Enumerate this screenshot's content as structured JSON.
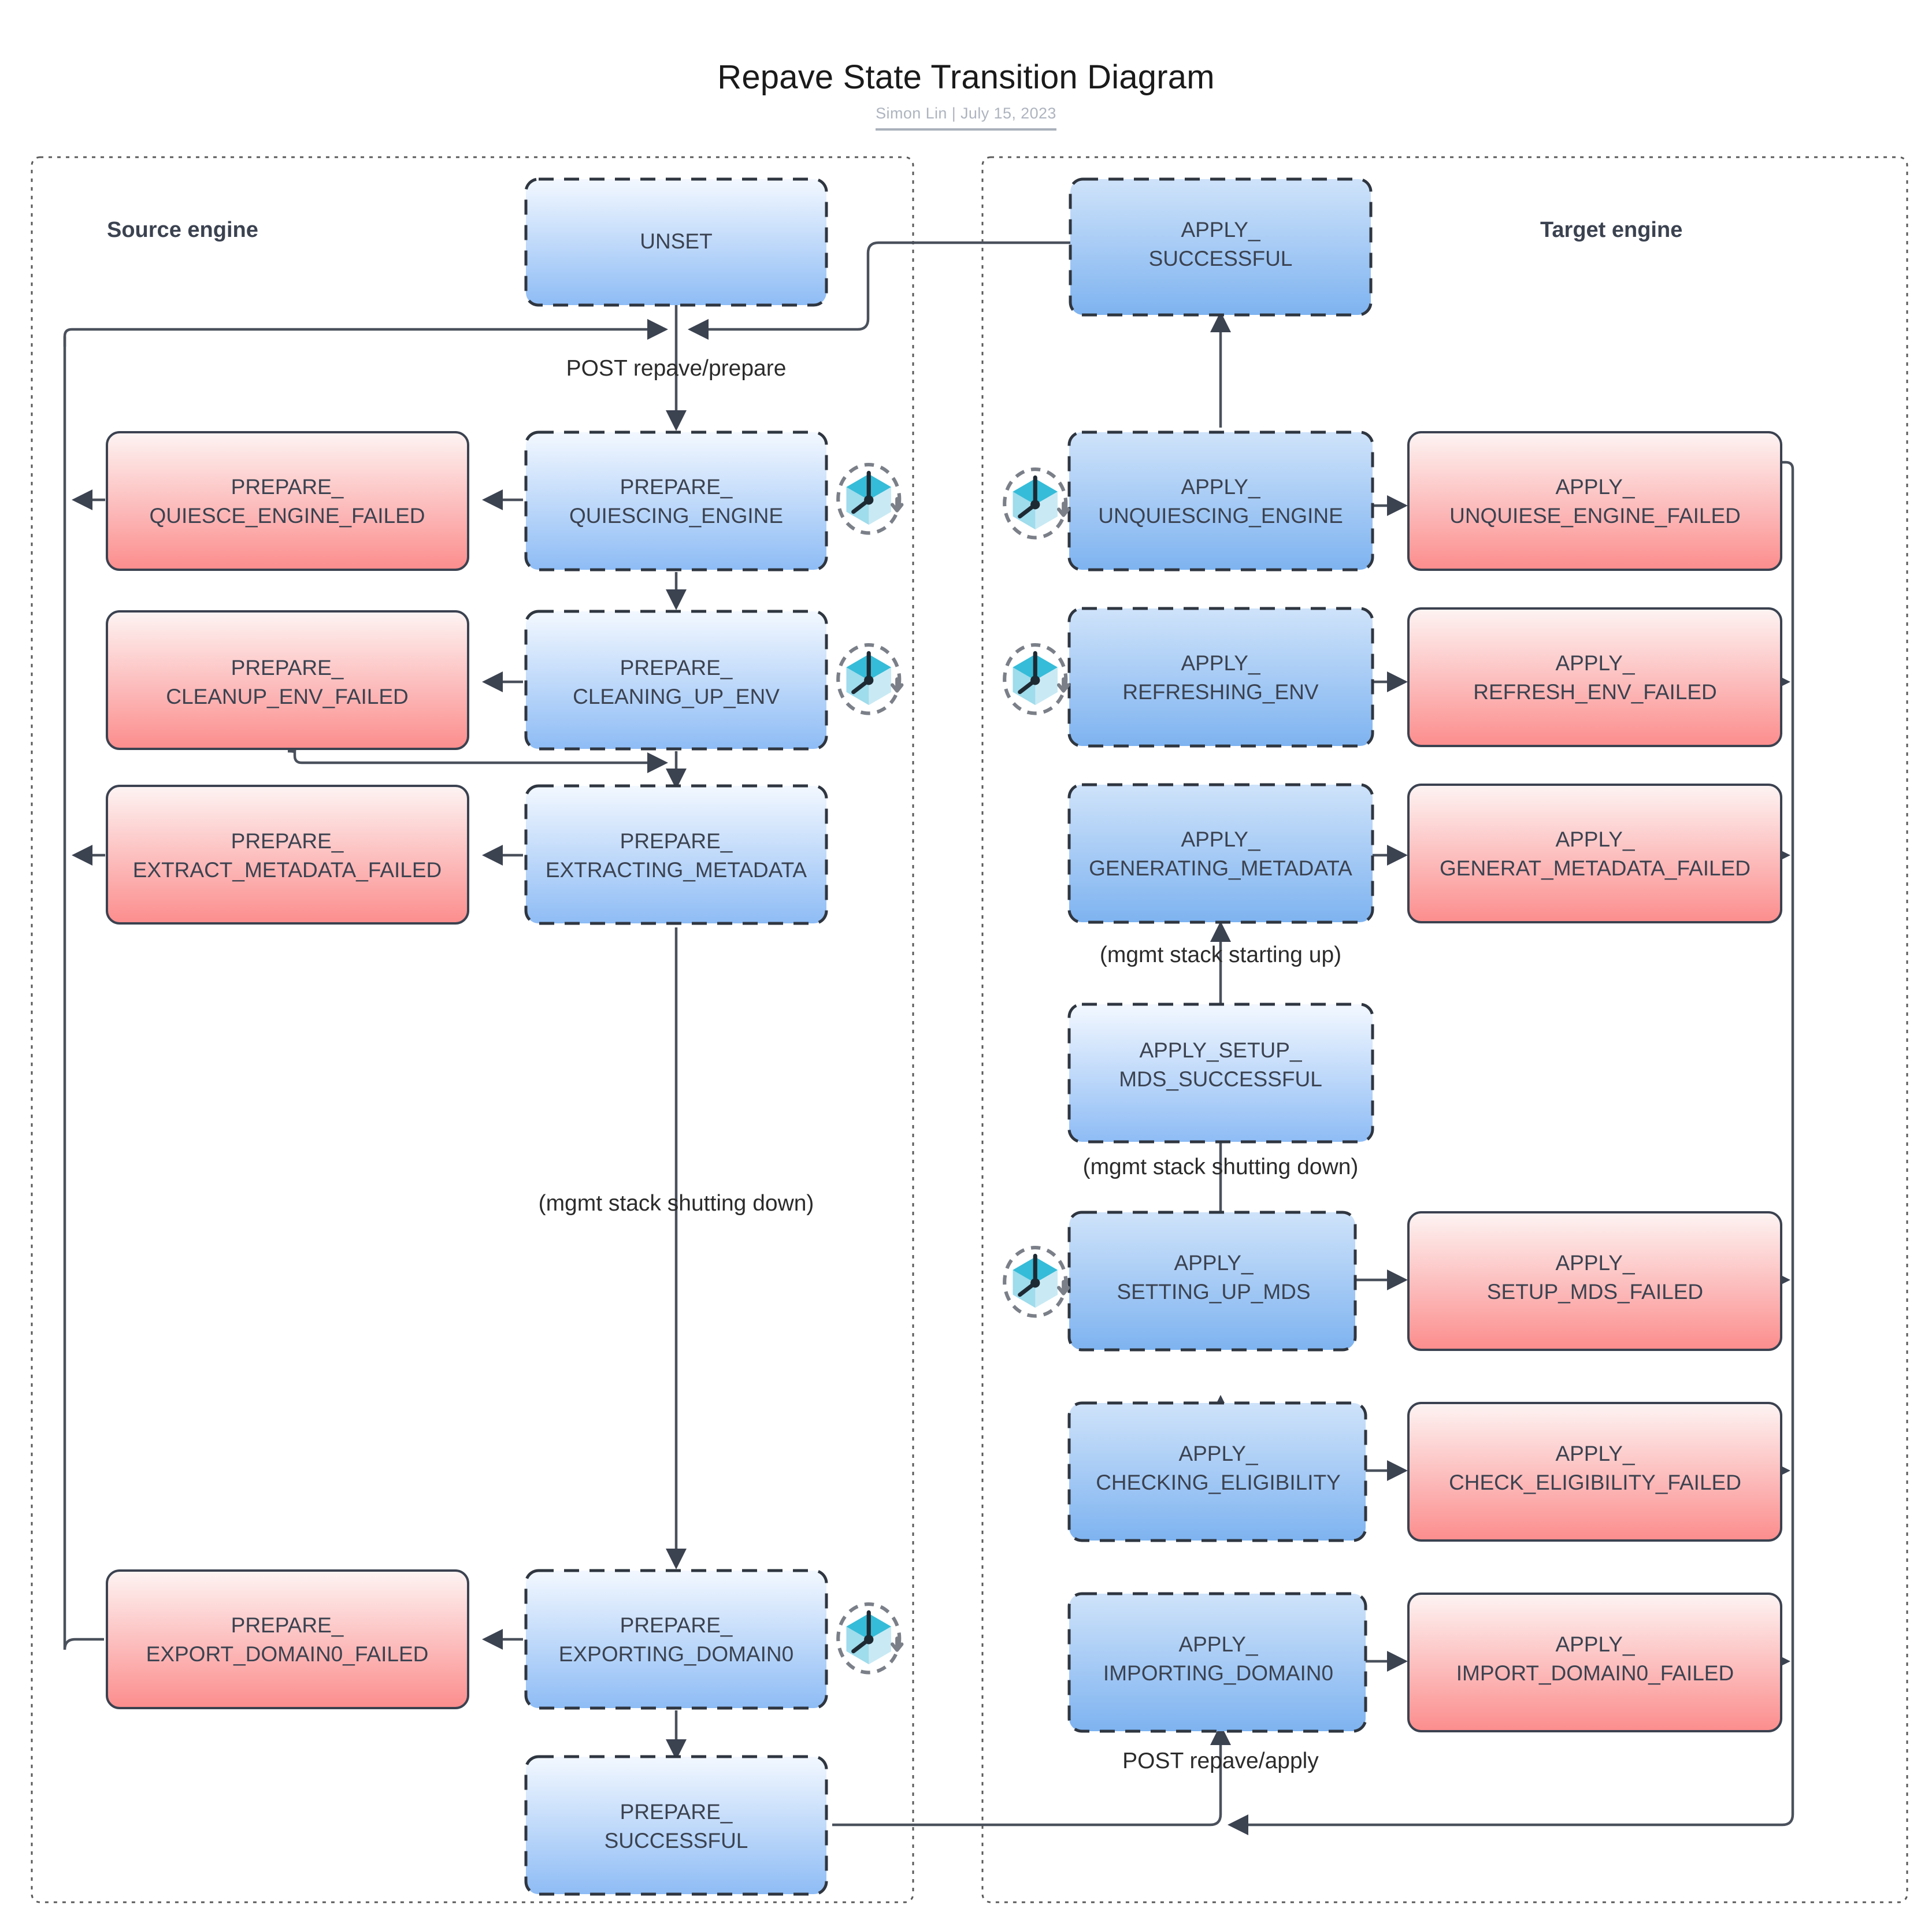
{
  "header": {
    "title": "Repave State Transition Diagram",
    "byline": "Simon Lin  |  July 15, 2023"
  },
  "lanes": [
    {
      "id": "source",
      "label": "Source engine"
    },
    {
      "id": "target",
      "label": "Target engine"
    }
  ],
  "colors": {
    "blue_top": "#eef5fe",
    "blue_bottom": "#8ebcf5",
    "blue_solid_top": "#cfe3fa",
    "blue_solid_bottom": "#7eb3f0",
    "red_top": "#fdf3f2",
    "red_bottom": "#fc8e8e",
    "stroke": "#3b4250",
    "edge": "#4a515c",
    "lane_border": "#5a5a5a",
    "byline": "#aeb4bf",
    "icon_cyan": "#35bcd8",
    "icon_cyan_light": "#9fdcec",
    "icon_cyan_pale": "#c9eaf4"
  },
  "nodes": {
    "unset": {
      "label": "UNSET"
    },
    "prepare_quiescing_engine": {
      "label_line1": "PREPARE_",
      "label_line2": "QUIESCING_ENGINE"
    },
    "prepare_quiesce_failed": {
      "label_line1": "PREPARE_",
      "label_line2": "QUIESCE_ENGINE_FAILED"
    },
    "prepare_cleaning_up_env": {
      "label_line1": "PREPARE_",
      "label_line2": "CLEANING_UP_ENV"
    },
    "prepare_cleanup_failed": {
      "label_line1": "PREPARE_",
      "label_line2": "CLEANUP_ENV_FAILED"
    },
    "prepare_extracting_meta": {
      "label_line1": "PREPARE_",
      "label_line2": "EXTRACTING_METADATA"
    },
    "prepare_extract_failed": {
      "label_line1": "PREPARE_",
      "label_line2": "EXTRACT_METADATA_FAILED"
    },
    "prepare_exporting_domain0": {
      "label_line1": "PREPARE_",
      "label_line2": "EXPORTING_DOMAIN0"
    },
    "prepare_export_failed": {
      "label_line1": "PREPARE_",
      "label_line2": "EXPORT_DOMAIN0_FAILED"
    },
    "prepare_successful": {
      "label_line1": "PREPARE_",
      "label_line2": "SUCCESSFUL"
    },
    "apply_successful": {
      "label_line1": "APPLY_",
      "label_line2": "SUCCESSFUL"
    },
    "apply_unquiescing_engine": {
      "label_line1": "APPLY_",
      "label_line2": "UNQUIESCING_ENGINE"
    },
    "apply_unquiese_failed": {
      "label_line1": "APPLY_",
      "label_line2": "UNQUIESE_ENGINE_FAILED"
    },
    "apply_refreshing_env": {
      "label_line1": "APPLY_",
      "label_line2": "REFRESHING_ENV"
    },
    "apply_refresh_failed": {
      "label_line1": "APPLY_",
      "label_line2": "REFRESH_ENV_FAILED"
    },
    "apply_generating_metadata": {
      "label_line1": "APPLY_",
      "label_line2": "GENERATING_METADATA"
    },
    "apply_generat_failed": {
      "label_line1": "APPLY_",
      "label_line2": "GENERAT_METADATA_FAILED"
    },
    "apply_setup_mds_successful": {
      "label_line1": "APPLY_SETUP_",
      "label_line2": "MDS_SUCCESSFUL"
    },
    "apply_setting_up_mds": {
      "label_line1": "APPLY_",
      "label_line2": "SETTING_UP_MDS"
    },
    "apply_setup_mds_failed": {
      "label_line1": "APPLY_",
      "label_line2": "SETUP_MDS_FAILED"
    },
    "apply_checking_eligibility": {
      "label_line1": "APPLY_",
      "label_line2": "CHECKING_ELIGIBILITY"
    },
    "apply_check_elig_failed": {
      "label_line1": "APPLY_",
      "label_line2": "CHECK_ELIGIBILITY_FAILED"
    },
    "apply_importing_domain0": {
      "label_line1": "APPLY_",
      "label_line2": "IMPORTING_DOMAIN0"
    },
    "apply_import_failed": {
      "label_line1": "APPLY_",
      "label_line2": "IMPORT_DOMAIN0_FAILED"
    }
  },
  "edge_labels": {
    "post_repave_prepare": "POST repave/prepare",
    "post_repave_apply": "POST repave/apply",
    "mgmt_shutting_down_source": "(mgmt stack shutting down)",
    "mgmt_starting_up_target": "(mgmt stack starting up)",
    "mgmt_shutting_down_target": "(mgmt stack shutting down)"
  },
  "timer_icons": [
    {
      "for": "prepare_quiescing_engine"
    },
    {
      "for": "prepare_cleaning_up_env"
    },
    {
      "for": "prepare_exporting_domain0"
    },
    {
      "for": "apply_unquiescing_engine"
    },
    {
      "for": "apply_refreshing_env"
    },
    {
      "for": "apply_setting_up_mds"
    }
  ]
}
